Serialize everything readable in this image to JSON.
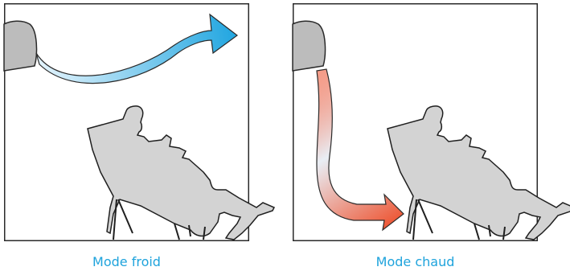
{
  "colors": {
    "frame": "#2a2a2a",
    "unit_fill": "#bcbcbc",
    "person_fill": "#d3d3d3",
    "person_stroke": "#1f1f1f",
    "cold_dark": "#1fa5e0",
    "cold_light": "#e3f3fc",
    "warm_dark": "#ee4a25",
    "warm_light": "#e9eef5",
    "caption": "#1ea3dc"
  },
  "icons": {
    "ac_unit": "wall-mounted-ac-unit",
    "person": "seated-person-reading-in-armchair",
    "airflow": "airflow-arrow"
  },
  "panels": [
    {
      "mode": "cold",
      "caption": "Mode froid"
    },
    {
      "mode": "warm",
      "caption": "Mode chaud"
    }
  ]
}
